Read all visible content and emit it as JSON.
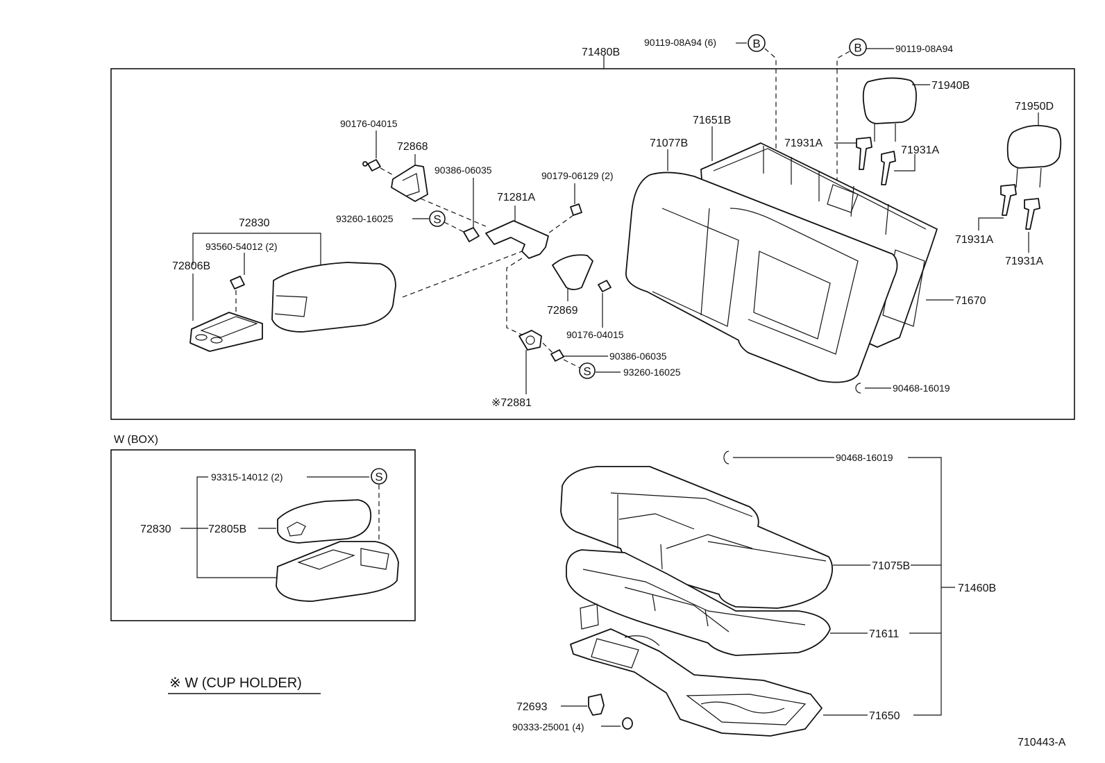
{
  "diagram_id": "710443-A",
  "sections": {
    "seatback": {
      "assembly_label": "71480B",
      "labels": {
        "bolt_b_6": "90119-08A94 (6)",
        "bolt_b": "90119-08A94",
        "headrest_right": "71940B",
        "headrest_left": "71950D",
        "screw_top": "90176-04015",
        "bracket_upper": "72868",
        "frame": "71651B",
        "cover_back": "71077B",
        "support_1": "71931A",
        "support_2": "71931A",
        "support_3": "71931A",
        "support_4": "71931A",
        "nut_upper": "90386-06035",
        "nut_2": "90179-06129 (2)",
        "hinge": "71281A",
        "bushing_upper": "93260-16025",
        "armrest_assy": "72830",
        "screw_armrest": "93560-54012 (2)",
        "armrest_insert": "72806B",
        "bracket_lower": "72869",
        "screw_lower": "90176-04015",
        "nut_lower": "90386-06035",
        "bushing_lower": "93260-16025",
        "cup_holder": "※72881",
        "seatback_pad": "71670",
        "hog_ring": "90468-16019"
      },
      "markers": {
        "b1": "B",
        "b2": "B",
        "s": "S"
      }
    },
    "box_variant": {
      "title": "W (BOX)",
      "labels": {
        "screw": "93315-14012 (2)",
        "armrest_assy": "72830",
        "lid": "72805B"
      },
      "markers": {
        "s": "S"
      }
    },
    "cushion": {
      "assembly_label": "71460B",
      "labels": {
        "hog_ring": "90468-16019",
        "cover": "71075B",
        "pad": "71611",
        "frame": "71650",
        "hook": "72693",
        "clip": "90333-25001 (4)"
      }
    },
    "note": "※ W (CUP  HOLDER)"
  }
}
